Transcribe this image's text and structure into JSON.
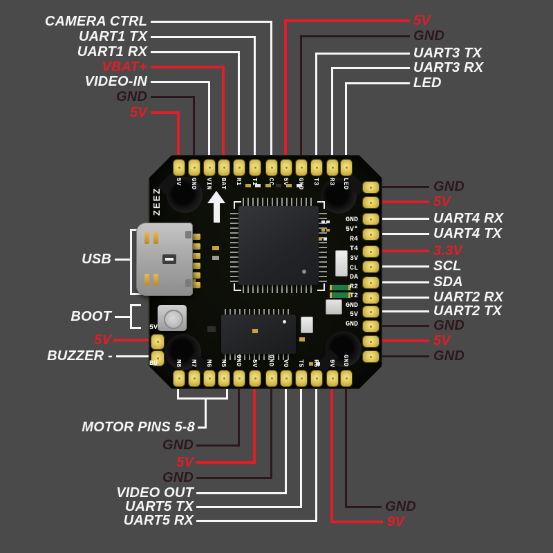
{
  "colors": {
    "background": "#4a4a4a",
    "label_white": "#f7f7f7",
    "label_red": "#e11d28",
    "label_dark_red": "#2d171c",
    "board": "#0b0d07",
    "pad_gold": "#d9c254"
  },
  "board": {
    "logo": "ZEEZ"
  },
  "callouts": {
    "top_left": [
      {
        "label": "CAMERA CTRL",
        "color": "white"
      },
      {
        "label": "UART1 TX",
        "color": "white"
      },
      {
        "label": "UART1 RX",
        "color": "white"
      },
      {
        "label": "VBAT+",
        "color": "red"
      },
      {
        "label": "VIDEO-IN",
        "color": "white"
      },
      {
        "label": "GND",
        "color": "dark"
      },
      {
        "label": "5V",
        "color": "red"
      }
    ],
    "top_right": [
      {
        "label": "5V",
        "color": "red"
      },
      {
        "label": "GND",
        "color": "dark"
      },
      {
        "label": "UART3 TX",
        "color": "white"
      },
      {
        "label": "UART3 RX",
        "color": "white"
      },
      {
        "label": "LED",
        "color": "white"
      }
    ],
    "right": [
      {
        "label": "GND",
        "color": "dark"
      },
      {
        "label": "5V",
        "color": "red"
      },
      {
        "label": "UART4 RX",
        "color": "white"
      },
      {
        "label": "UART4 TX",
        "color": "white"
      },
      {
        "label": "3.3V",
        "color": "red"
      },
      {
        "label": "SCL",
        "color": "white"
      },
      {
        "label": "SDA",
        "color": "white"
      },
      {
        "label": "UART2 RX",
        "color": "white"
      },
      {
        "label": "UART2 TX",
        "color": "white"
      },
      {
        "label": "GND",
        "color": "dark"
      },
      {
        "label": "5V",
        "color": "red"
      },
      {
        "label": "GND",
        "color": "dark"
      }
    ],
    "left": [
      {
        "label": "USB",
        "color": "white"
      },
      {
        "label": "BOOT",
        "color": "white"
      },
      {
        "label": "5V",
        "color": "red"
      },
      {
        "label": "BUZZER -",
        "color": "white"
      }
    ],
    "bottom_left": [
      {
        "label": "MOTOR PINS 5-8",
        "color": "white"
      },
      {
        "label": "GND",
        "color": "dark"
      },
      {
        "label": "5V",
        "color": "red"
      },
      {
        "label": "GND",
        "color": "dark"
      },
      {
        "label": "VIDEO OUT",
        "color": "white"
      },
      {
        "label": "UART5 TX",
        "color": "white"
      },
      {
        "label": "UART5 RX",
        "color": "white"
      }
    ],
    "bottom_right": [
      {
        "label": "GND",
        "color": "dark"
      },
      {
        "label": "9V",
        "color": "red"
      }
    ]
  },
  "silkscreen": {
    "top": [
      "5V",
      "GND",
      "VIN",
      "BAT",
      "R1",
      "T1",
      "CC",
      "5V",
      "GND",
      "T3",
      "R3",
      "LED"
    ],
    "bottom": [
      "M8",
      "M7",
      "M6",
      "M5",
      "GND",
      "5V",
      "GND",
      "VO",
      "T5",
      "R5",
      "9V",
      "GND"
    ],
    "right": [
      "GND",
      "5V*",
      "R4",
      "T4",
      "3V",
      "CL",
      "DA",
      "R2",
      "T2",
      "GND",
      "5V",
      "GND"
    ],
    "left": [
      "5V",
      "BU"
    ]
  }
}
